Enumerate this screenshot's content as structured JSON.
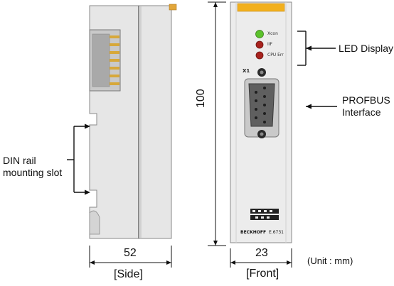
{
  "callouts": {
    "din_rail": [
      "DIN rail",
      "mounting slot"
    ],
    "led_display": "LED Display",
    "profibus": [
      "PROFBUS",
      "Interface"
    ]
  },
  "dimensions": {
    "side_width": "52",
    "front_width": "23",
    "height": "100"
  },
  "captions": {
    "side": "[Side]",
    "front": "[Front]",
    "unit": "(Unit : mm)"
  },
  "module": {
    "leds": [
      "Xcon",
      "IIF",
      "CPU Err"
    ],
    "led_colors": [
      "#5cc22c",
      "#a8231e",
      "#a8231e"
    ],
    "connector_label": "X1",
    "brand": "BECKHOFF",
    "model": "E.6731",
    "accent_color": "#f2b01e"
  }
}
